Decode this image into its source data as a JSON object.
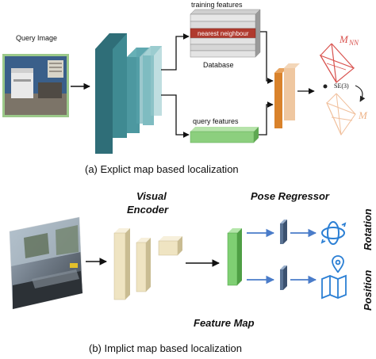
{
  "top": {
    "query_image_label": "Query Image",
    "training_features_label": "training features",
    "nearest_neighbour_label": "nearest neighbour",
    "database_label": "Database",
    "query_features_label": "query features",
    "m_nn_label": "M",
    "m_nn_sub": "NN",
    "se3_label": "SE(3)",
    "m_label": "M",
    "caption": "(a) Explict map based localization"
  },
  "bottom": {
    "visual_encoder_line1": "Visual",
    "visual_encoder_line2": "Encoder",
    "pose_regressor_label": "Pose Regressor",
    "feature_map_label": "Feature Map",
    "rotation_label": "Rotation",
    "position_label": "Position",
    "caption": "(b) Implict map based localization"
  },
  "colors": {
    "encoder_teal": "#2f6e78",
    "db_red": "#b03a2e",
    "query_green": "#8ccf7e",
    "orange": "#d9822b",
    "beige": "#efe4c2",
    "feature_green": "#7fcf73",
    "regressor_blue": "#5a7394",
    "arrow_blue": "#4a7cc9",
    "icon_blue": "#2b7fd4",
    "m_red": "#d9534f"
  },
  "icons": [
    "office-photo-thumbnail",
    "street-photo-thumbnail",
    "rotation-icon",
    "map-pin-icon"
  ]
}
